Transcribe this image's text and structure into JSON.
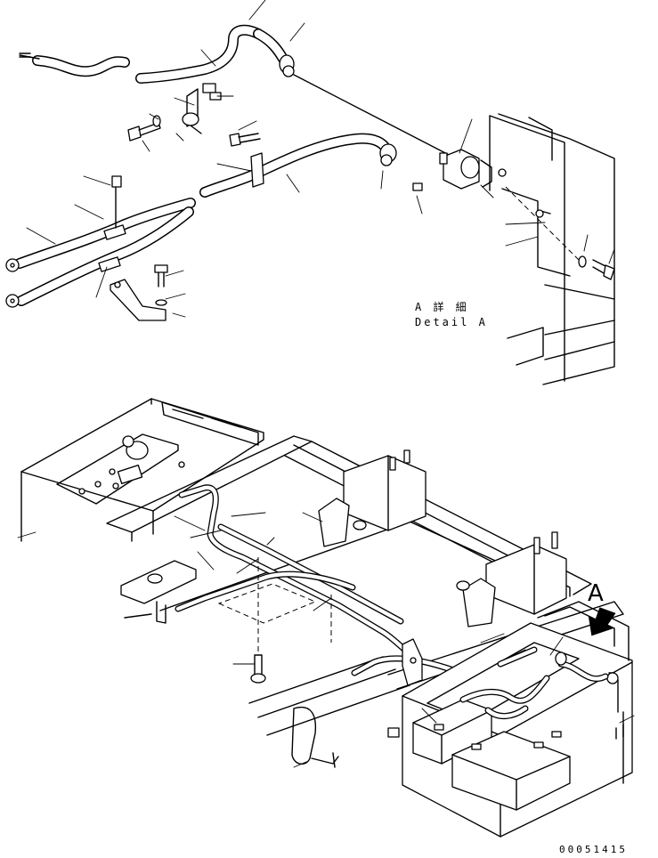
{
  "detail_view": {
    "label_jp": "A 詳 細",
    "label_en": "Detail A"
  },
  "view_marker": {
    "letter": "A"
  },
  "drawing_number": "00051415"
}
